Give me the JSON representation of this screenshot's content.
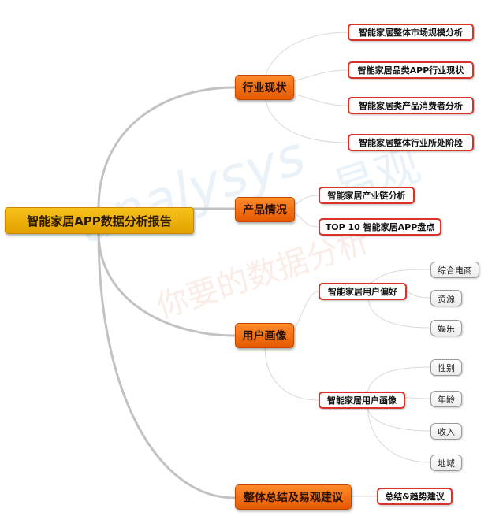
{
  "watermark": {
    "brand": "analysys",
    "brand_cn": "易观",
    "slogan": "你要的数据分析"
  },
  "mindmap": {
    "root": "智能家居APP数据分析报告",
    "branches": [
      {
        "label": "行业现状",
        "children": [
          "智能家居整体市场规模分析",
          "智能家居品类APP行业现状",
          "智能家居类产品消费者分析",
          "智能家居整体行业所处阶段"
        ]
      },
      {
        "label": "产品情况",
        "children": [
          "智能家居产业链分析",
          "TOP 10 智能家居APP盘点"
        ]
      },
      {
        "label": "用户画像",
        "children": [
          {
            "label": "智能家居用户偏好",
            "leaves": [
              "综合电商",
              "资源",
              "娱乐"
            ]
          },
          {
            "label": "智能家居用户画像",
            "leaves": [
              "性别",
              "年龄",
              "收入",
              "地域"
            ]
          }
        ]
      },
      {
        "label": "整体总结及易观建议",
        "children": [
          "总结&趋势建议"
        ]
      }
    ]
  }
}
